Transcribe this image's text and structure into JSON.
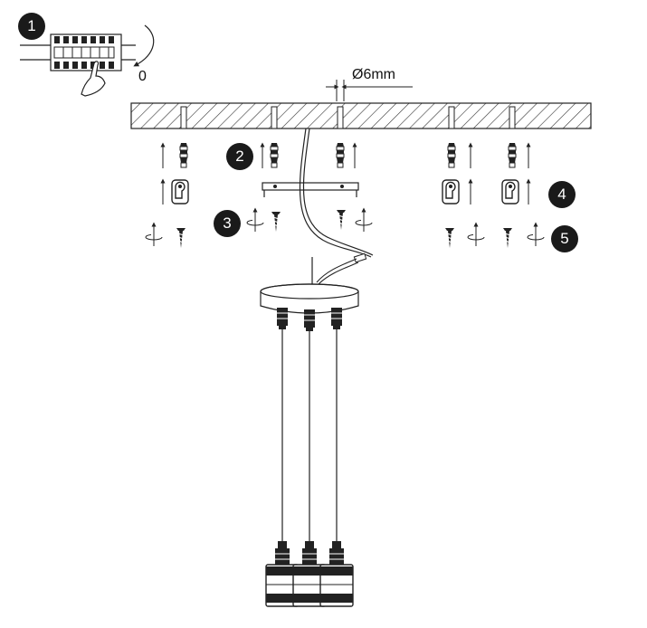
{
  "steps": [
    {
      "number": "1"
    },
    {
      "number": "2"
    },
    {
      "number": "3"
    },
    {
      "number": "4"
    },
    {
      "number": "5"
    }
  ],
  "labels": {
    "switch_off": "0",
    "drill_size": "Ø6mm"
  },
  "colors": {
    "ink": "#1a1a1a",
    "background": "#ffffff"
  },
  "icons": [
    "circuit-breaker-icon",
    "hand-icon",
    "rotate-arrow-icon",
    "wall-plug-icon",
    "screw-icon",
    "hook-bracket-icon"
  ]
}
